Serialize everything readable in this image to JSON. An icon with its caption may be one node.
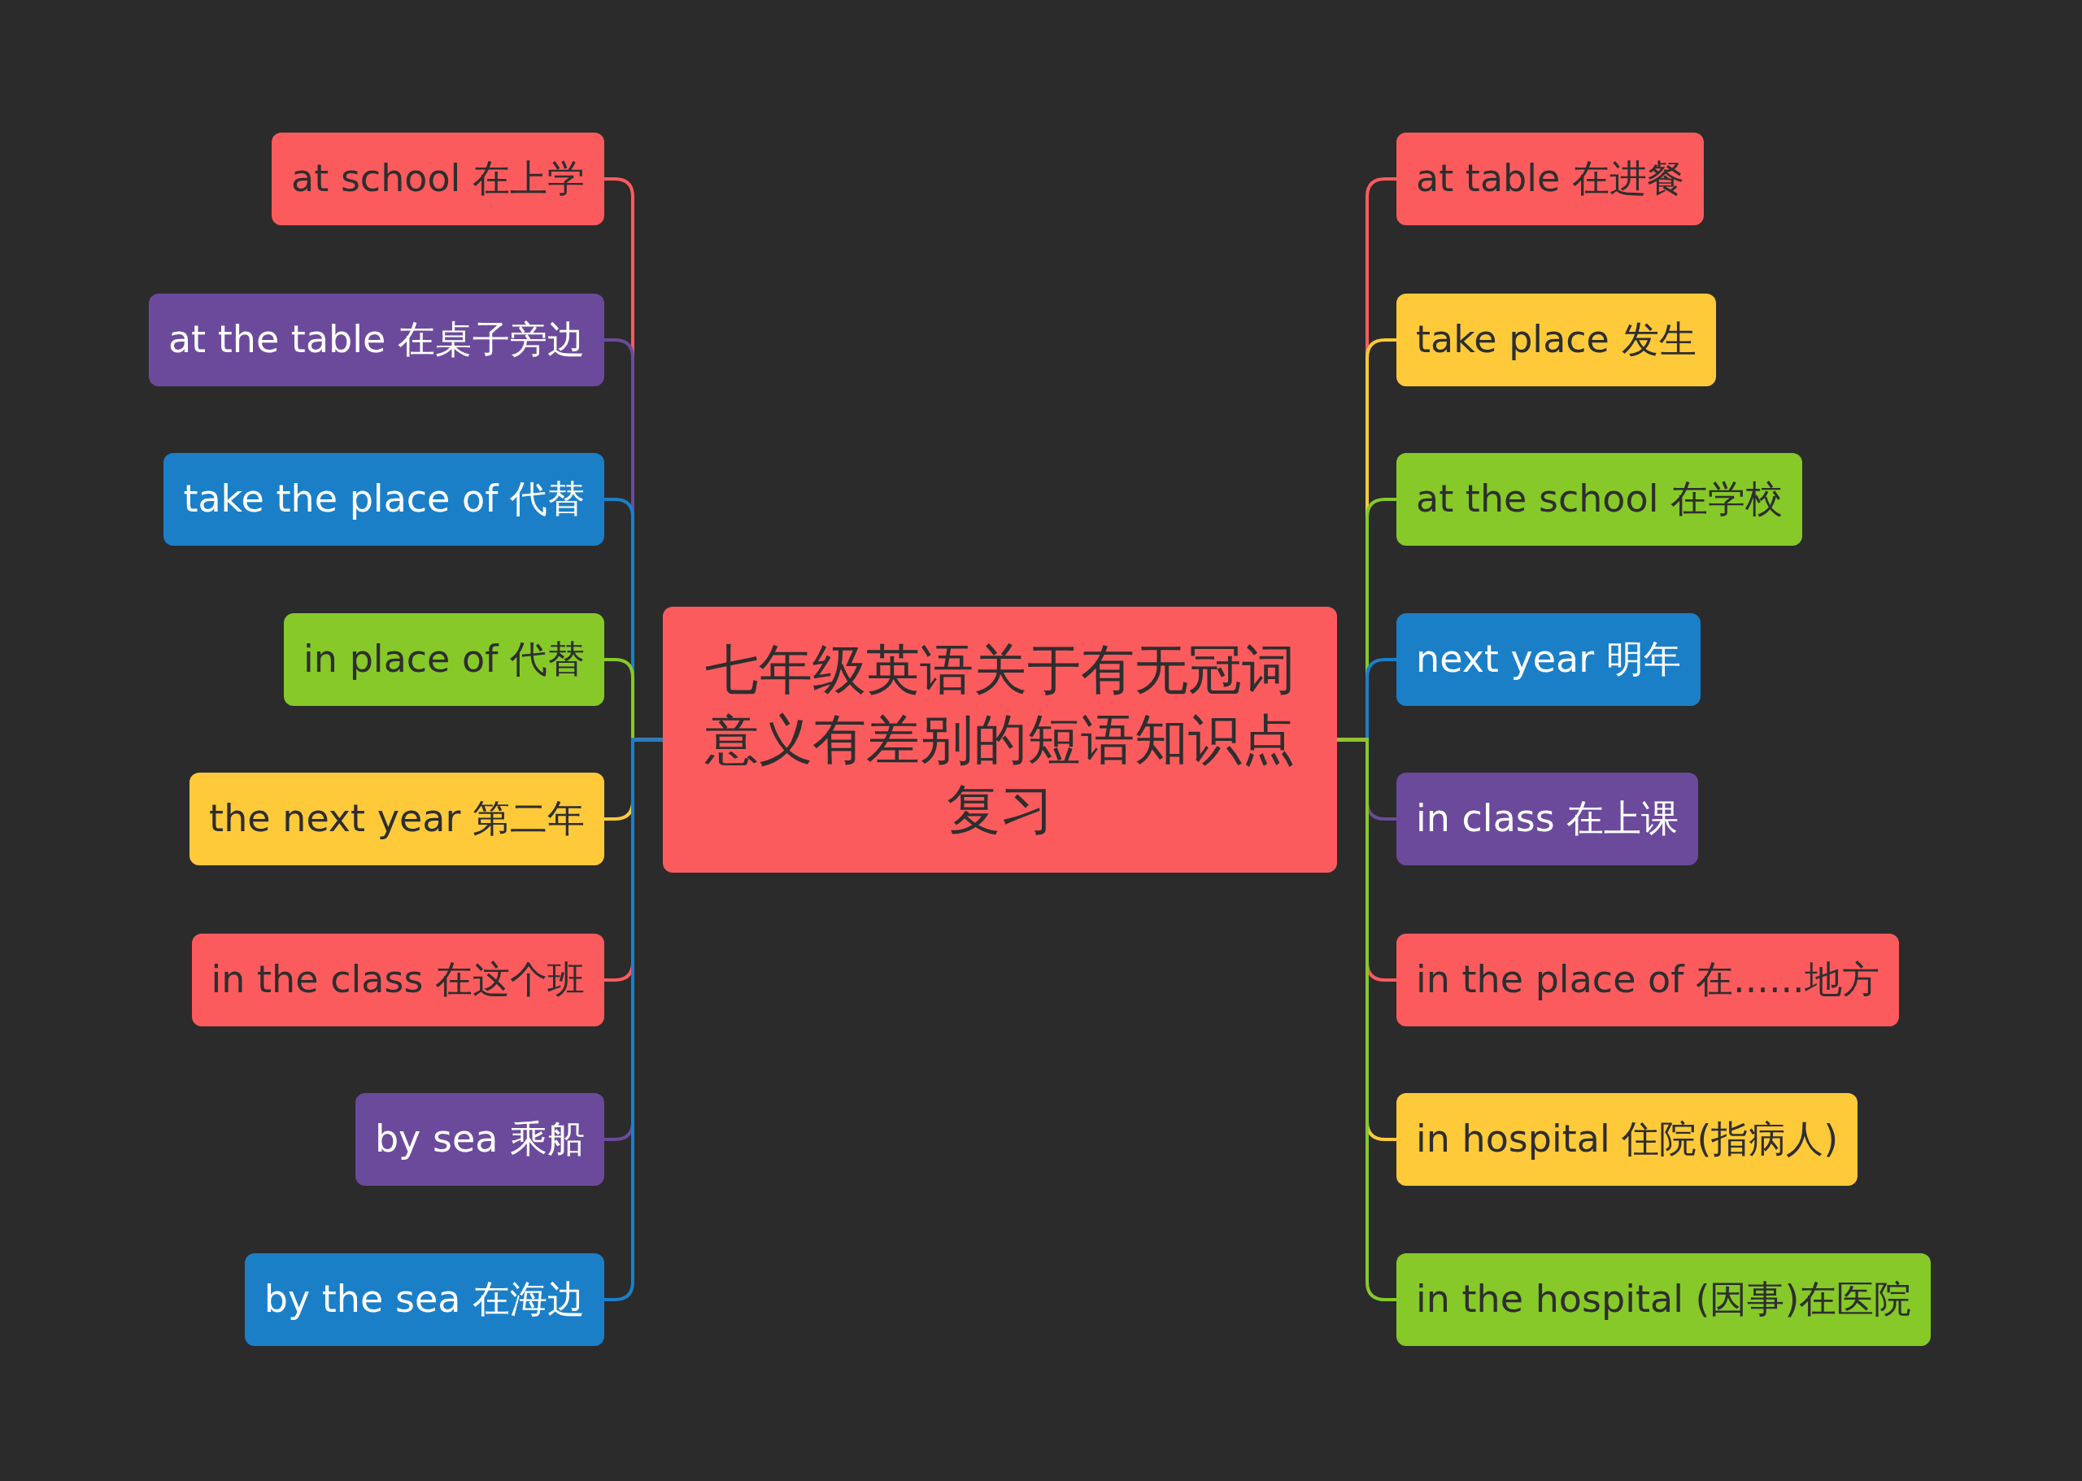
{
  "diagram": {
    "nodes": [
      {
        "text": [
          "七年级英语关于有无冠词意义有差别的短语知识点复习"
        ]
      },
      {
        "text": [
          "at school 在上学"
        ]
      },
      {
        "text": [
          "at the table 在桌子旁边"
        ]
      },
      {
        "text": [
          "take the place of 代替"
        ]
      },
      {
        "text": [
          "in place of 代替"
        ]
      },
      {
        "text": [
          "the next year 第二年"
        ]
      },
      {
        "text": [
          "in the class 在这个班"
        ]
      },
      {
        "text": [
          "by sea 乘船"
        ]
      },
      {
        "text": [
          "by the sea 在海边"
        ]
      },
      {
        "text": [
          "at table 在进餐"
        ]
      },
      {
        "text": [
          "take place 发生"
        ]
      },
      {
        "text": [
          "at the school 在学校"
        ]
      },
      {
        "text": [
          "next year 明年"
        ]
      },
      {
        "text": [
          "in class 在上课"
        ]
      },
      {
        "text": [
          "in the place of 在......地方"
        ]
      },
      {
        "text": [
          "in hospital 住院(指病人)"
        ]
      },
      {
        "text": [
          "in the hospital (因事)在医院"
        ]
      }
    ],
    "edges": [
      {
        "from": 0,
        "to": 1,
        "arrow": "none",
        "color": "#fc5b5e"
      },
      {
        "from": 0,
        "to": 2,
        "arrow": "none",
        "color": "#6b4a9b"
      },
      {
        "from": 0,
        "to": 3,
        "arrow": "none",
        "color": "#1b7fc8"
      },
      {
        "from": 0,
        "to": 4,
        "arrow": "none",
        "color": "#86c929"
      },
      {
        "from": 0,
        "to": 5,
        "arrow": "none",
        "color": "#ffca3a"
      },
      {
        "from": 0,
        "to": 6,
        "arrow": "none",
        "color": "#fc5b5e"
      },
      {
        "from": 0,
        "to": 7,
        "arrow": "none",
        "color": "#6b4a9b"
      },
      {
        "from": 0,
        "to": 8,
        "arrow": "none",
        "color": "#1b7fc8"
      },
      {
        "from": 0,
        "to": 9,
        "arrow": "none",
        "color": "#fc5b5e"
      },
      {
        "from": 0,
        "to": 10,
        "arrow": "none",
        "color": "#ffca3a"
      },
      {
        "from": 0,
        "to": 11,
        "arrow": "none",
        "color": "#86c929"
      },
      {
        "from": 0,
        "to": 12,
        "arrow": "none",
        "color": "#1b7fc8"
      },
      {
        "from": 0,
        "to": 13,
        "arrow": "none",
        "color": "#6b4a9b"
      },
      {
        "from": 0,
        "to": 14,
        "arrow": "none",
        "color": "#fc5b5e"
      },
      {
        "from": 0,
        "to": 15,
        "arrow": "none",
        "color": "#ffca3a"
      },
      {
        "from": 0,
        "to": 16,
        "arrow": "none",
        "color": "#86c929"
      }
    ]
  }
}
